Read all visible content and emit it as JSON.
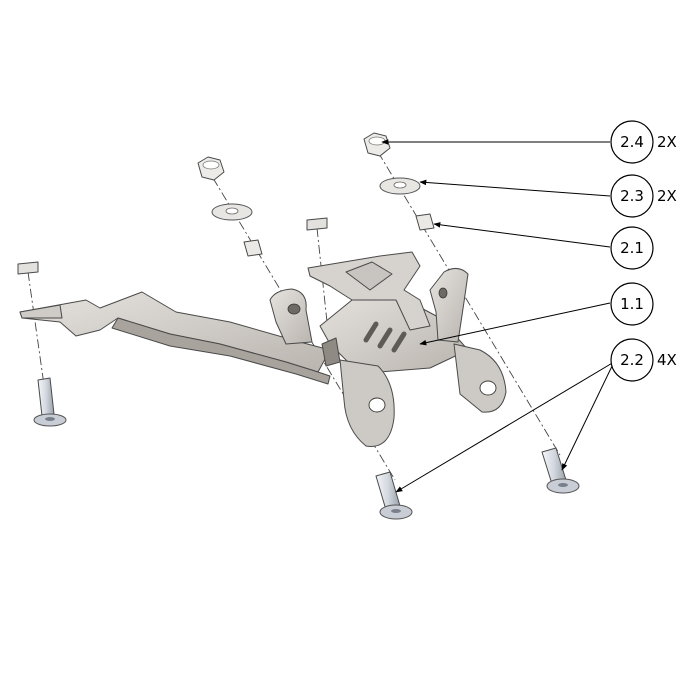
{
  "callouts": [
    {
      "id": "callout-2-4",
      "label": "2.4",
      "qty": "2X"
    },
    {
      "id": "callout-2-3",
      "label": "2.3",
      "qty": "2X"
    },
    {
      "id": "callout-2-1",
      "label": "2.1",
      "qty": ""
    },
    {
      "id": "callout-1-1",
      "label": "1.1",
      "qty": ""
    },
    {
      "id": "callout-2-2",
      "label": "2.2",
      "qty": "4X"
    }
  ],
  "colors": {
    "metal_light": "#d9d6d2",
    "metal_mid": "#c3bfba",
    "metal_dark": "#9d9892",
    "bolt": "#d7dbe2",
    "line": "#000000"
  }
}
